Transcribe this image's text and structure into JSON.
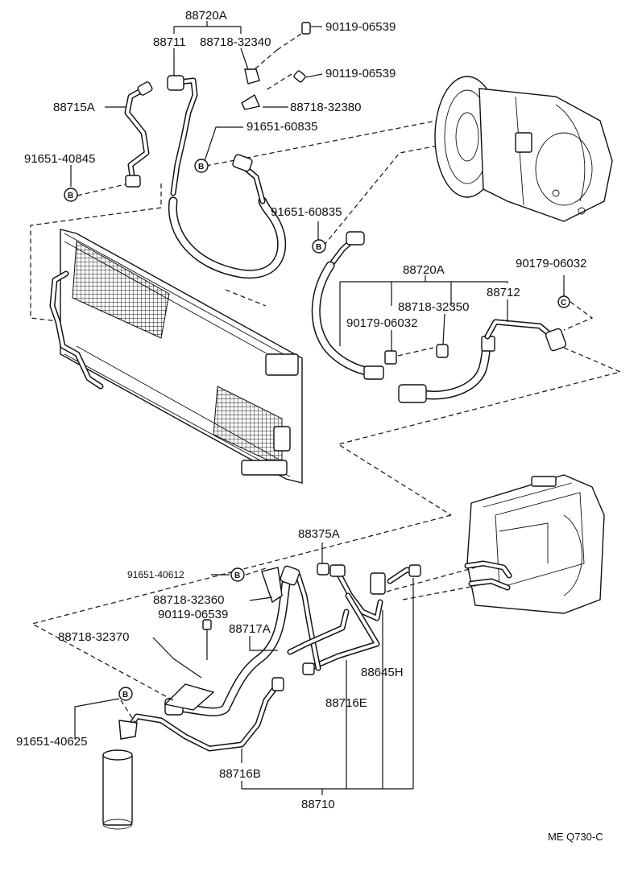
{
  "labels": {
    "p88720A_top": "88720A",
    "p88711": "88711",
    "p88718_32340": "88718-32340",
    "p90119_06539_a": "90119-06539",
    "p90119_06539_b": "90119-06539",
    "p88715A": "88715A",
    "p88718_32380": "88718-32380",
    "p91651_60835_a": "91651-60835",
    "p91651_40845": "91651-40845",
    "p91651_60835_b": "91651-60835",
    "p88720A_mid": "88720A",
    "p90179_06032_a": "90179-06032",
    "p88712": "88712",
    "p88718_32350": "88718-32350",
    "p90179_06032_b": "90179-06032",
    "p88375A": "88375A",
    "p91651_40612": "91651-40612",
    "p88718_32360": "88718-32360",
    "p90119_06539_c": "90119-06539",
    "p88717A": "88717A",
    "p88718_32370": "88718-32370",
    "p88645H": "88645H",
    "p88716E": "88716E",
    "p91651_40625": "91651-40625",
    "p88716B": "88716B",
    "p88710": "88710",
    "ref_code": "ME Q730-C"
  },
  "markers": {
    "bolt_symbol": "B",
    "nut_symbol": "C"
  }
}
